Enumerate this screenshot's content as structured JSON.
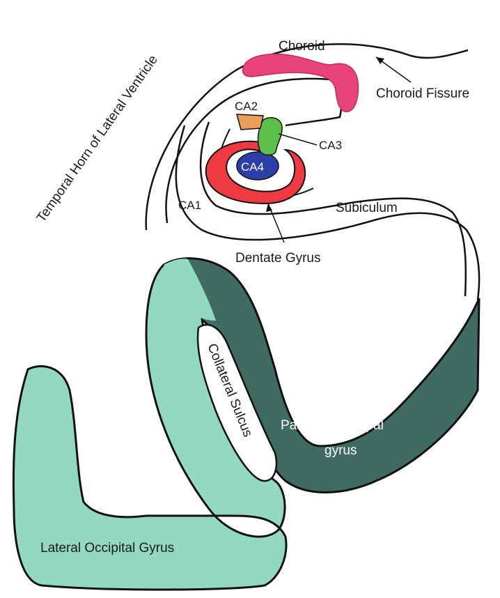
{
  "labels": {
    "choroid": "Choroid",
    "choroid_fissure": "Choroid Fissure",
    "temporal_horn": "Temporal Horn of Lateral Ventricle",
    "ca1": "CA1",
    "ca2": "CA2",
    "ca3": "CA3",
    "ca4": "CA4",
    "subiculum": "Subiculum",
    "dentate_gyrus": "Dentate Gyrus",
    "collateral_sulcus": "Collateral Sulcus",
    "parahippocampal_line1": "Parahippocampal",
    "parahippocampal_line2": "gyrus",
    "lateral_occipital_gyrus": "Lateral Occipital Gyrus"
  },
  "colors": {
    "choroid": "#e8447a",
    "ca2": "#e8a05a",
    "ca3": "#5cc04a",
    "ca4": "#2c3ea8",
    "dentate_gyrus": "#ee3a40",
    "parahippocampal_gyrus": "#3f6b60",
    "lateral_occipital_gyrus": "#93d8c0",
    "outline": "#111111"
  }
}
